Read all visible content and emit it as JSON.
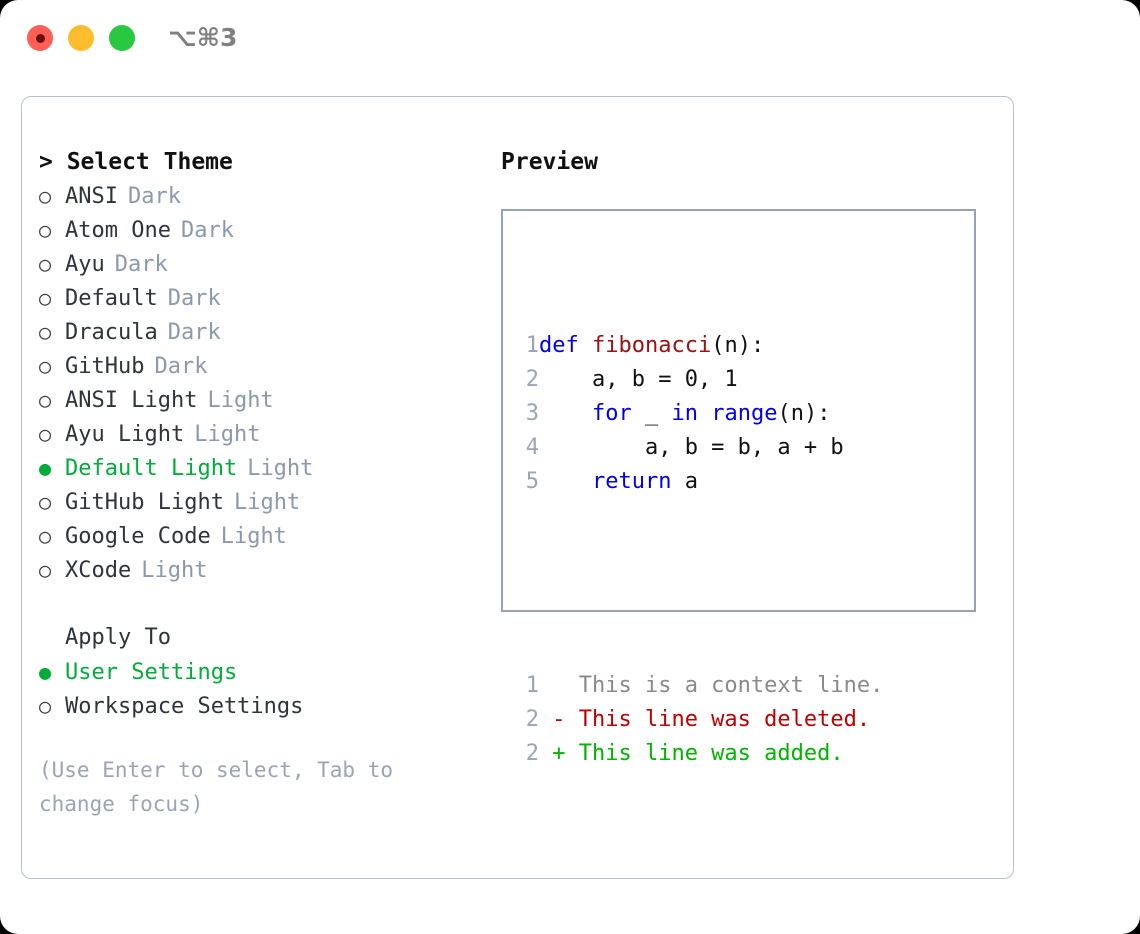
{
  "window": {
    "shortcut": "⌥⌘3",
    "traffic_lights": [
      "close-red",
      "minimize-yellow",
      "maximize-green"
    ]
  },
  "theme_picker": {
    "header": "> Select Theme",
    "items": [
      {
        "bullet": "○",
        "label": "ANSI",
        "tag": "Dark",
        "selected": false
      },
      {
        "bullet": "○",
        "label": "Atom One",
        "tag": "Dark",
        "selected": false
      },
      {
        "bullet": "○",
        "label": "Ayu",
        "tag": "Dark",
        "selected": false
      },
      {
        "bullet": "○",
        "label": "Default",
        "tag": "Dark",
        "selected": false
      },
      {
        "bullet": "○",
        "label": "Dracula",
        "tag": "Dark",
        "selected": false
      },
      {
        "bullet": "○",
        "label": "GitHub",
        "tag": "Dark",
        "selected": false
      },
      {
        "bullet": "○",
        "label": "ANSI Light",
        "tag": "Light",
        "selected": false
      },
      {
        "bullet": "○",
        "label": "Ayu Light",
        "tag": "Light",
        "selected": false
      },
      {
        "bullet": "●",
        "label": "Default Light",
        "tag": "Light",
        "selected": true
      },
      {
        "bullet": "○",
        "label": "GitHub Light",
        "tag": "Light",
        "selected": false
      },
      {
        "bullet": "○",
        "label": "Google Code",
        "tag": "Light",
        "selected": false
      },
      {
        "bullet": "○",
        "label": "XCode",
        "tag": "Light",
        "selected": false
      }
    ]
  },
  "apply_to": {
    "label": "Apply To",
    "items": [
      {
        "bullet": "●",
        "label": "User Settings",
        "selected": true
      },
      {
        "bullet": "○",
        "label": "Workspace Settings",
        "selected": false
      }
    ]
  },
  "hint": "(Use Enter to select, Tab to change focus)",
  "preview": {
    "title": "Preview",
    "code_lines": [
      {
        "num": "1",
        "tokens": [
          {
            "t": "def ",
            "c": "kw"
          },
          {
            "t": "fibonacci",
            "c": "fn"
          },
          {
            "t": "(n):",
            "c": "plain"
          }
        ]
      },
      {
        "num": "2",
        "tokens": [
          {
            "t": "    a, b = 0, 1",
            "c": "plain"
          }
        ]
      },
      {
        "num": "3",
        "tokens": [
          {
            "t": "    ",
            "c": "plain"
          },
          {
            "t": "for",
            "c": "kw"
          },
          {
            "t": " _ ",
            "c": "plain"
          },
          {
            "t": "in",
            "c": "kw"
          },
          {
            "t": " ",
            "c": "plain"
          },
          {
            "t": "range",
            "c": "kw"
          },
          {
            "t": "(n):",
            "c": "plain"
          }
        ]
      },
      {
        "num": "4",
        "tokens": [
          {
            "t": "        a, b = b, a + b",
            "c": "plain"
          }
        ]
      },
      {
        "num": "5",
        "tokens": [
          {
            "t": "    ",
            "c": "plain"
          },
          {
            "t": "return",
            "c": "kw"
          },
          {
            "t": " a",
            "c": "plain"
          }
        ]
      }
    ],
    "diff_lines": [
      {
        "num": "1",
        "tokens": [
          {
            "t": "   This is a context line.",
            "c": "ctx"
          }
        ]
      },
      {
        "num": "2",
        "tokens": [
          {
            "t": " - This line was deleted.",
            "c": "del"
          }
        ]
      },
      {
        "num": "2",
        "tokens": [
          {
            "t": " + This line was added.",
            "c": "add"
          }
        ]
      }
    ]
  },
  "colors": {
    "accent_green": "#00ad38",
    "keyword_blue": "#0000ee",
    "function_red": "#a01010",
    "diff_add": "#00b400",
    "diff_del": "#c00000",
    "muted": "#8c99ab",
    "border": "#97a3b2"
  }
}
